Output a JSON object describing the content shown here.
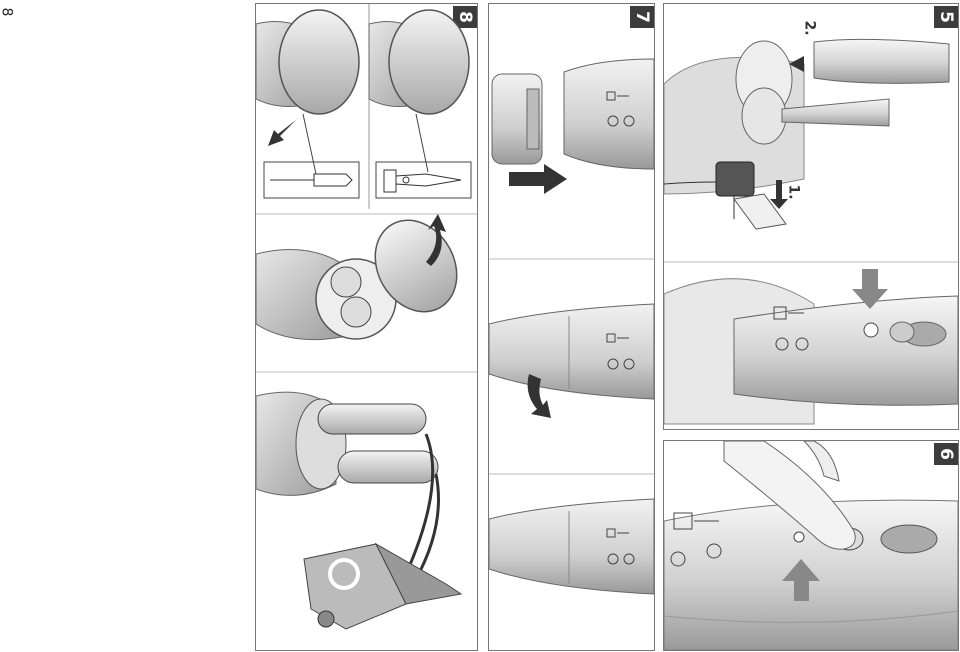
{
  "page_number": "8",
  "panels": {
    "p8": {
      "number": "8"
    },
    "p7": {
      "number": "7"
    },
    "p5": {
      "number": "5",
      "step1": "1.",
      "step2": "2."
    },
    "p6": {
      "number": "6"
    }
  }
}
